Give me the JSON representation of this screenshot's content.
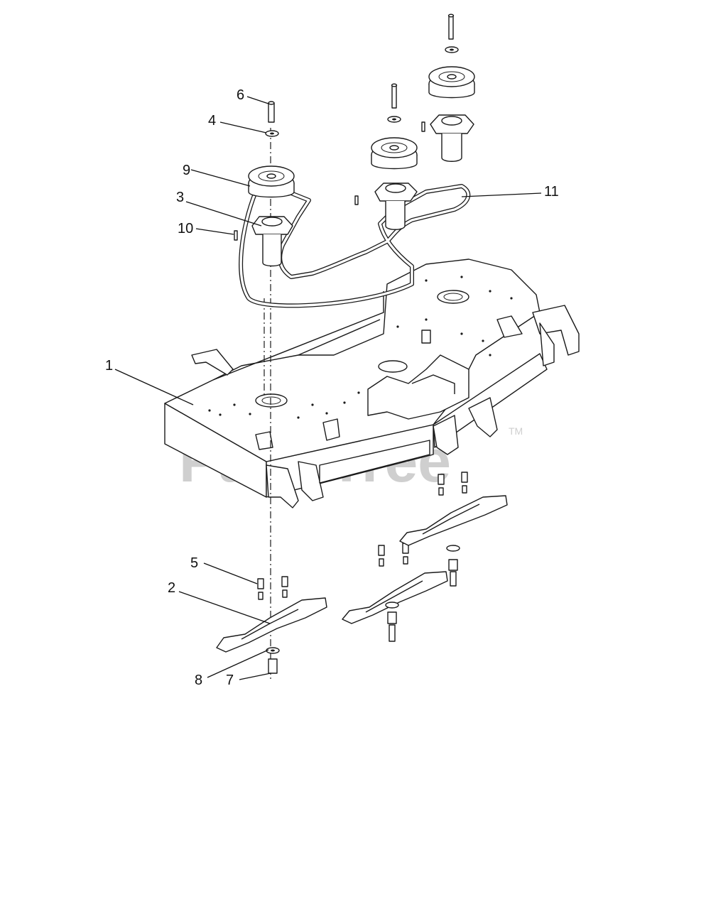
{
  "watermark": {
    "text": "PartsTree",
    "trademark": "TM"
  },
  "callouts": [
    {
      "id": "1",
      "label": "1"
    },
    {
      "id": "2",
      "label": "2"
    },
    {
      "id": "3",
      "label": "3"
    },
    {
      "id": "4",
      "label": "4"
    },
    {
      "id": "5",
      "label": "5"
    },
    {
      "id": "6",
      "label": "6"
    },
    {
      "id": "7",
      "label": "7"
    },
    {
      "id": "8",
      "label": "8"
    },
    {
      "id": "9",
      "label": "9"
    },
    {
      "id": "10",
      "label": "10"
    },
    {
      "id": "11",
      "label": "11"
    }
  ],
  "colors": {
    "line": "#1a1a1a",
    "watermark": "#cfcfcf",
    "background": "#ffffff"
  }
}
